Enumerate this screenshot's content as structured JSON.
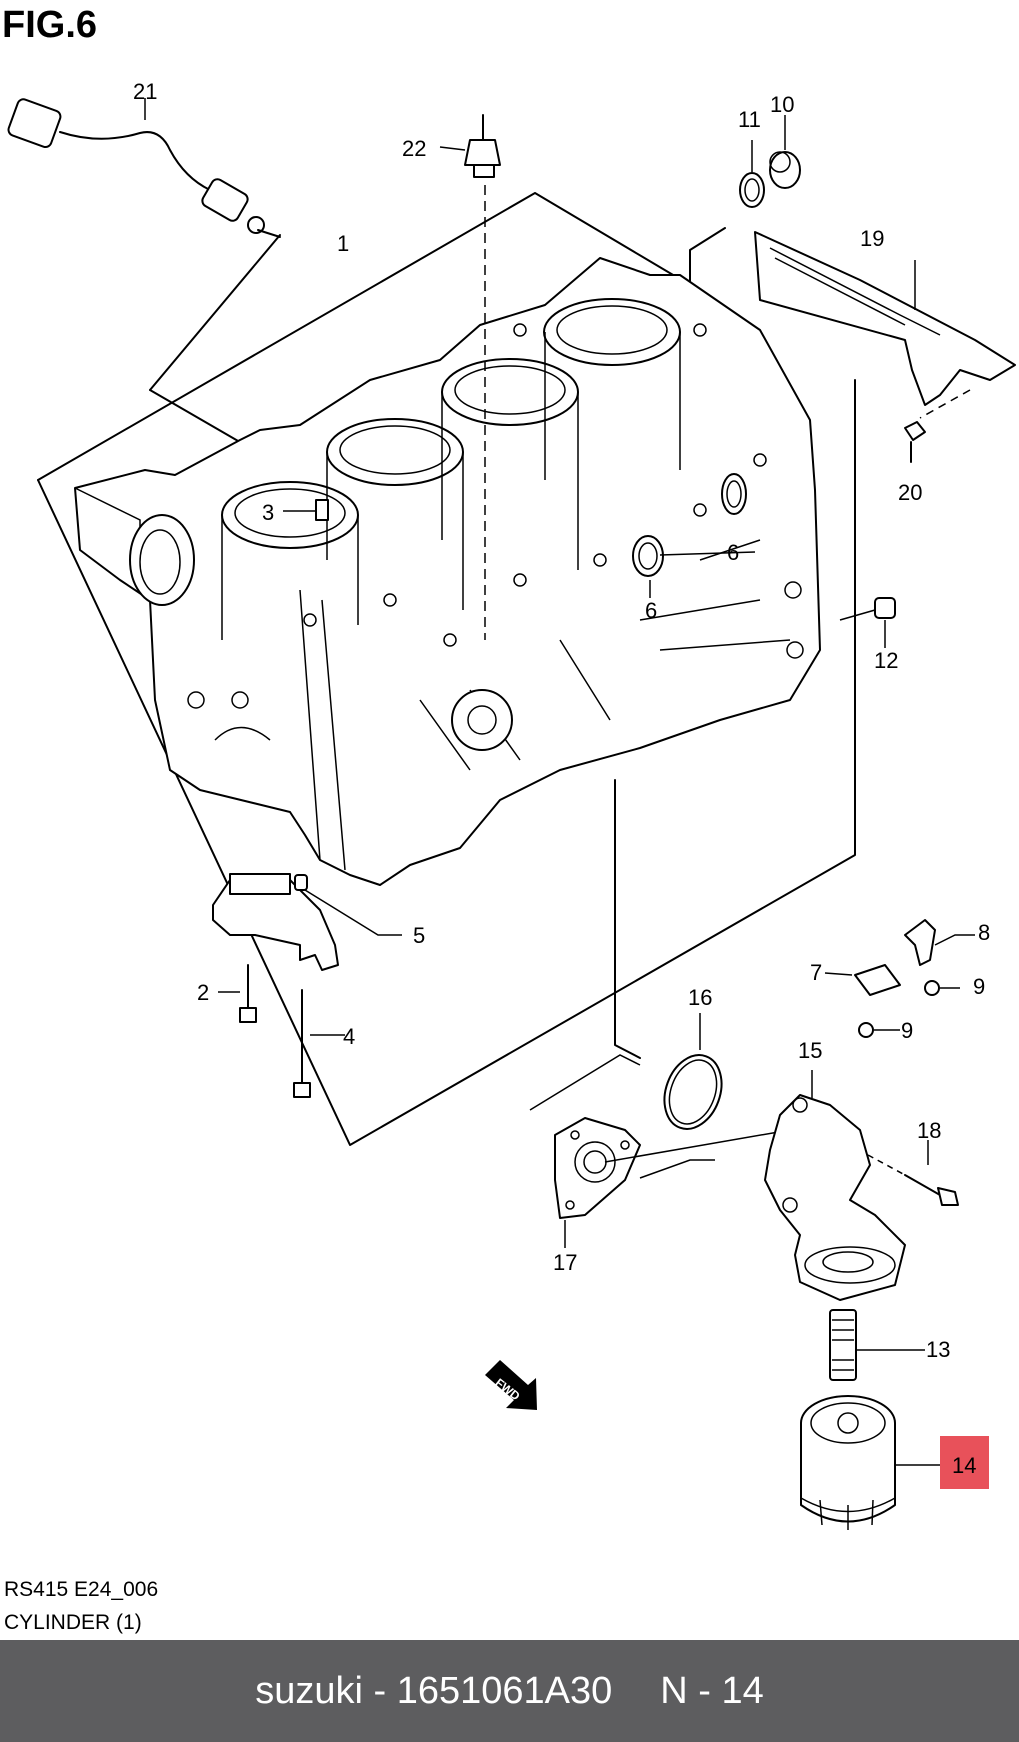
{
  "figure": {
    "title": "FIG.6",
    "ref_code": "RS415 E24_006",
    "ref_name": "CYLINDER (1)",
    "fwd_label": "FWD"
  },
  "callouts": [
    "1",
    "2",
    "3",
    "4",
    "5",
    "6",
    "6",
    "7",
    "8",
    "9",
    "9",
    "10",
    "11",
    "12",
    "13",
    "14",
    "15",
    "16",
    "17",
    "18",
    "19",
    "20",
    "21",
    "22"
  ],
  "highlight": {
    "number": "14",
    "color": "#e8515a"
  },
  "footer": {
    "brand_part": "suzuki - 1651061A30",
    "position": "N - 14",
    "background": "#5d5d5f"
  }
}
